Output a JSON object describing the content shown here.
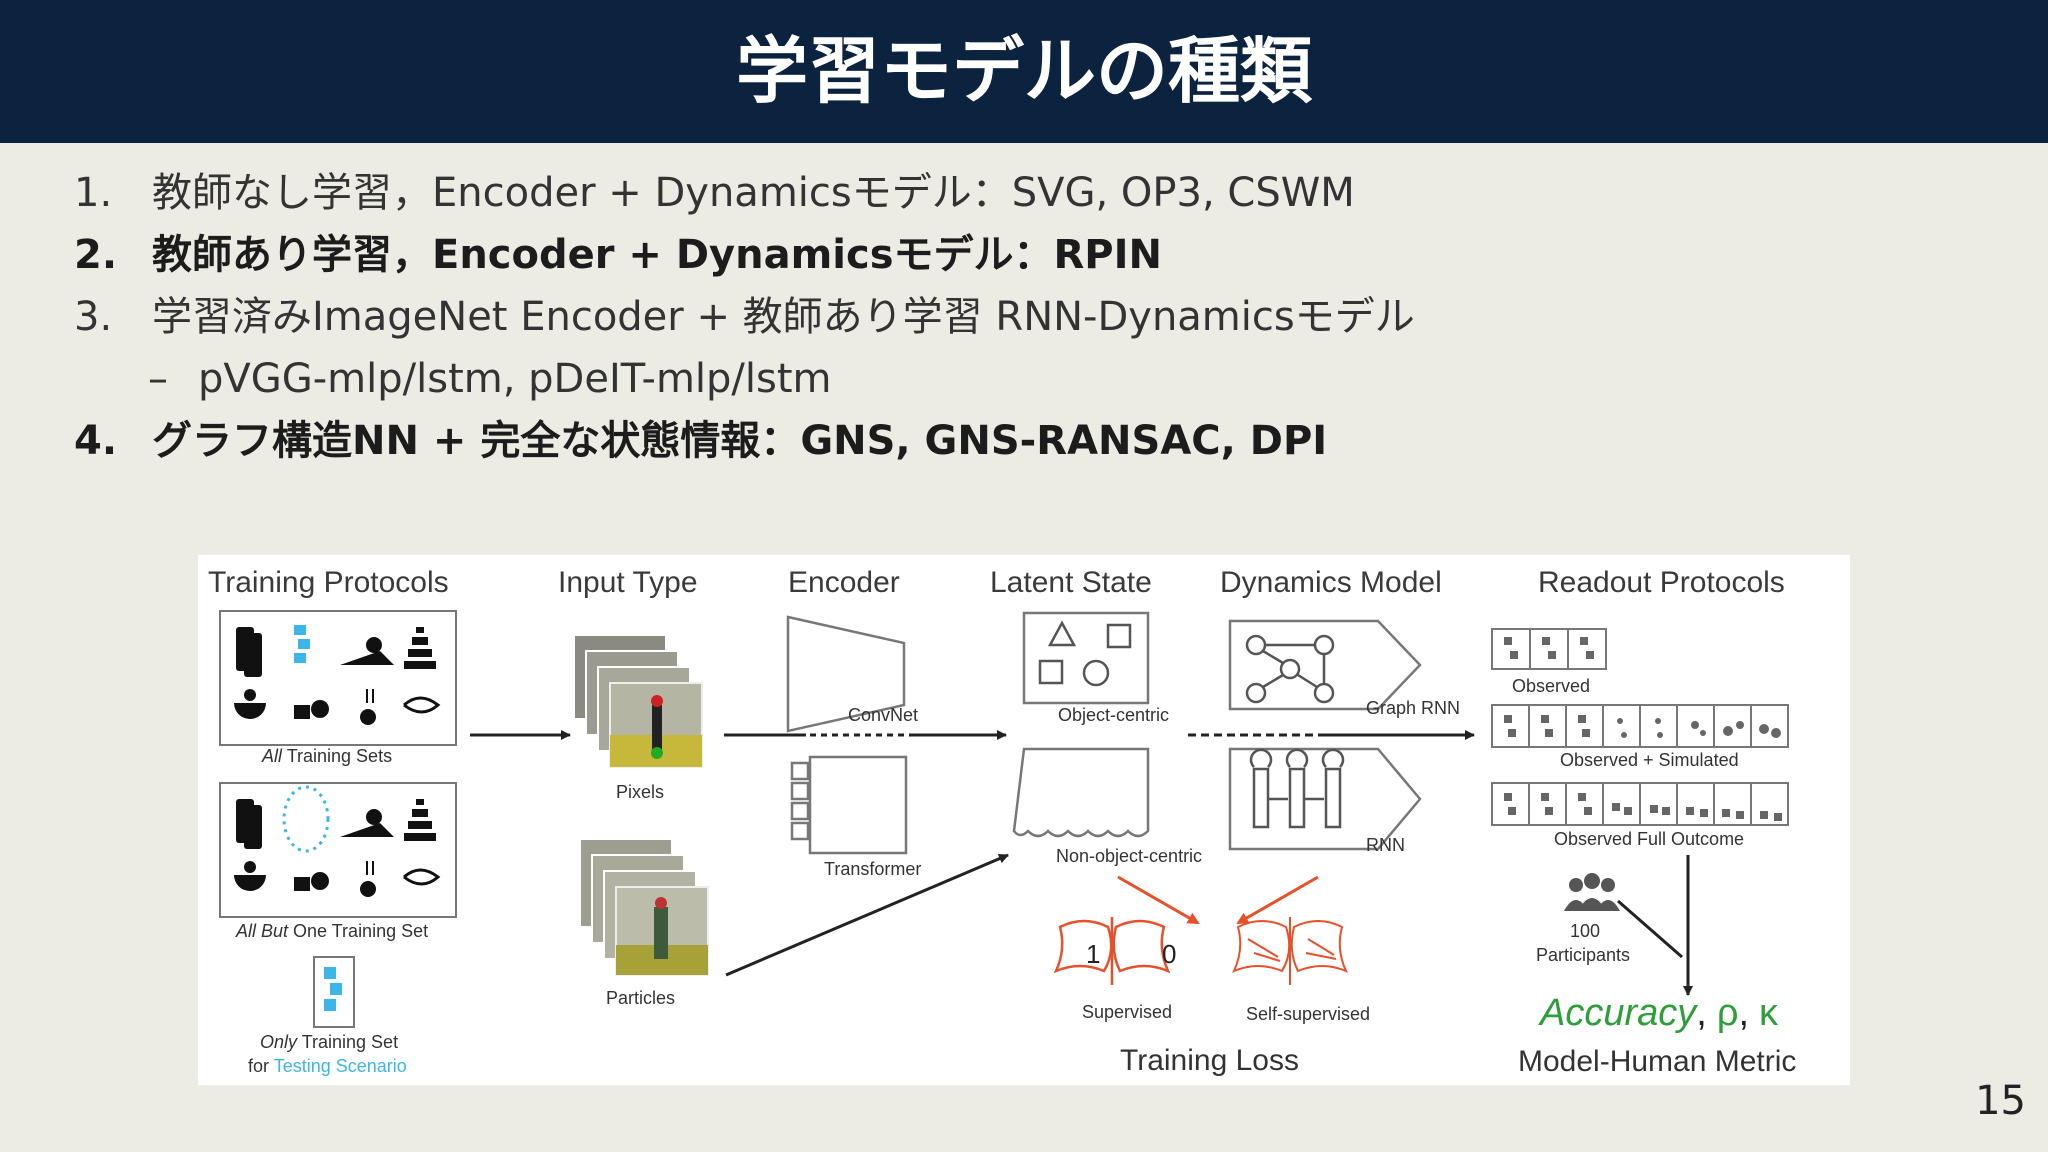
{
  "slide": {
    "title": "学習モデルの種類",
    "page_number": "15"
  },
  "items": [
    {
      "num": "1.",
      "text": "教師なし学習，Encoder + Dynamicsモデル：SVG, OP3, CSWM",
      "bold": false
    },
    {
      "num": "2.",
      "text": "教師あり学習，Encoder + Dynamicsモデル：RPIN",
      "bold": true
    },
    {
      "num": "3.",
      "text": "学習済みImageNet Encoder + 教師あり学習 RNN-Dynamicsモデル",
      "bold": false
    },
    {
      "num": "–",
      "text": "pVGG-mlp/lstm, pDeIT-mlp/lstm",
      "bold": false
    },
    {
      "num": "4.",
      "text": "グラフ構造NN + 完全な状態情報：GNS, GNS-RANSAC, DPI",
      "bold": true
    }
  ],
  "figure": {
    "headers": {
      "training_protocols": "Training Protocols",
      "input_type": "Input Type",
      "encoder": "Encoder",
      "latent_state": "Latent State",
      "dynamics_model": "Dynamics Model",
      "readout_protocols": "Readout Protocols"
    },
    "protocols": {
      "all_em": "All",
      "all_rest": " Training Sets",
      "allbut_em": "All But",
      "allbut_rest": " One Training Set",
      "only_em": "Only",
      "only_rest": " Training Set",
      "for_text": "for ",
      "testing_scenario": "Testing Scenario"
    },
    "inputs": {
      "pixels": "Pixels",
      "particles": "Particles"
    },
    "encoders": {
      "convnet": "ConvNet",
      "transformer": "Transformer"
    },
    "latent": {
      "object_centric": "Object-centric",
      "non_object_centric": "Non-object-centric"
    },
    "dynamics": {
      "graph_rnn": "Graph RNN",
      "rnn": "RNN"
    },
    "readout": {
      "observed": "Observed",
      "observed_simulated": "Observed + Simulated",
      "observed_full": "Observed Full Outcome",
      "participants_count": "100",
      "participants": "Participants",
      "accuracy": "Accuracy",
      "rho": "ρ",
      "kappa": "κ",
      "comma": ",",
      "metric": "Model-Human Metric"
    },
    "loss": {
      "supervised": "Supervised",
      "self_supervised": "Self-supervised",
      "training_loss": "Training Loss",
      "flag_one": "1",
      "flag_zero": "0"
    },
    "colors": {
      "accent_cyan": "#3cb6e8",
      "accent_orange": "#e8502a",
      "accent_green": "#2e9e3a",
      "frame_gray": "#707070",
      "header_navy": "#0c2340"
    }
  }
}
